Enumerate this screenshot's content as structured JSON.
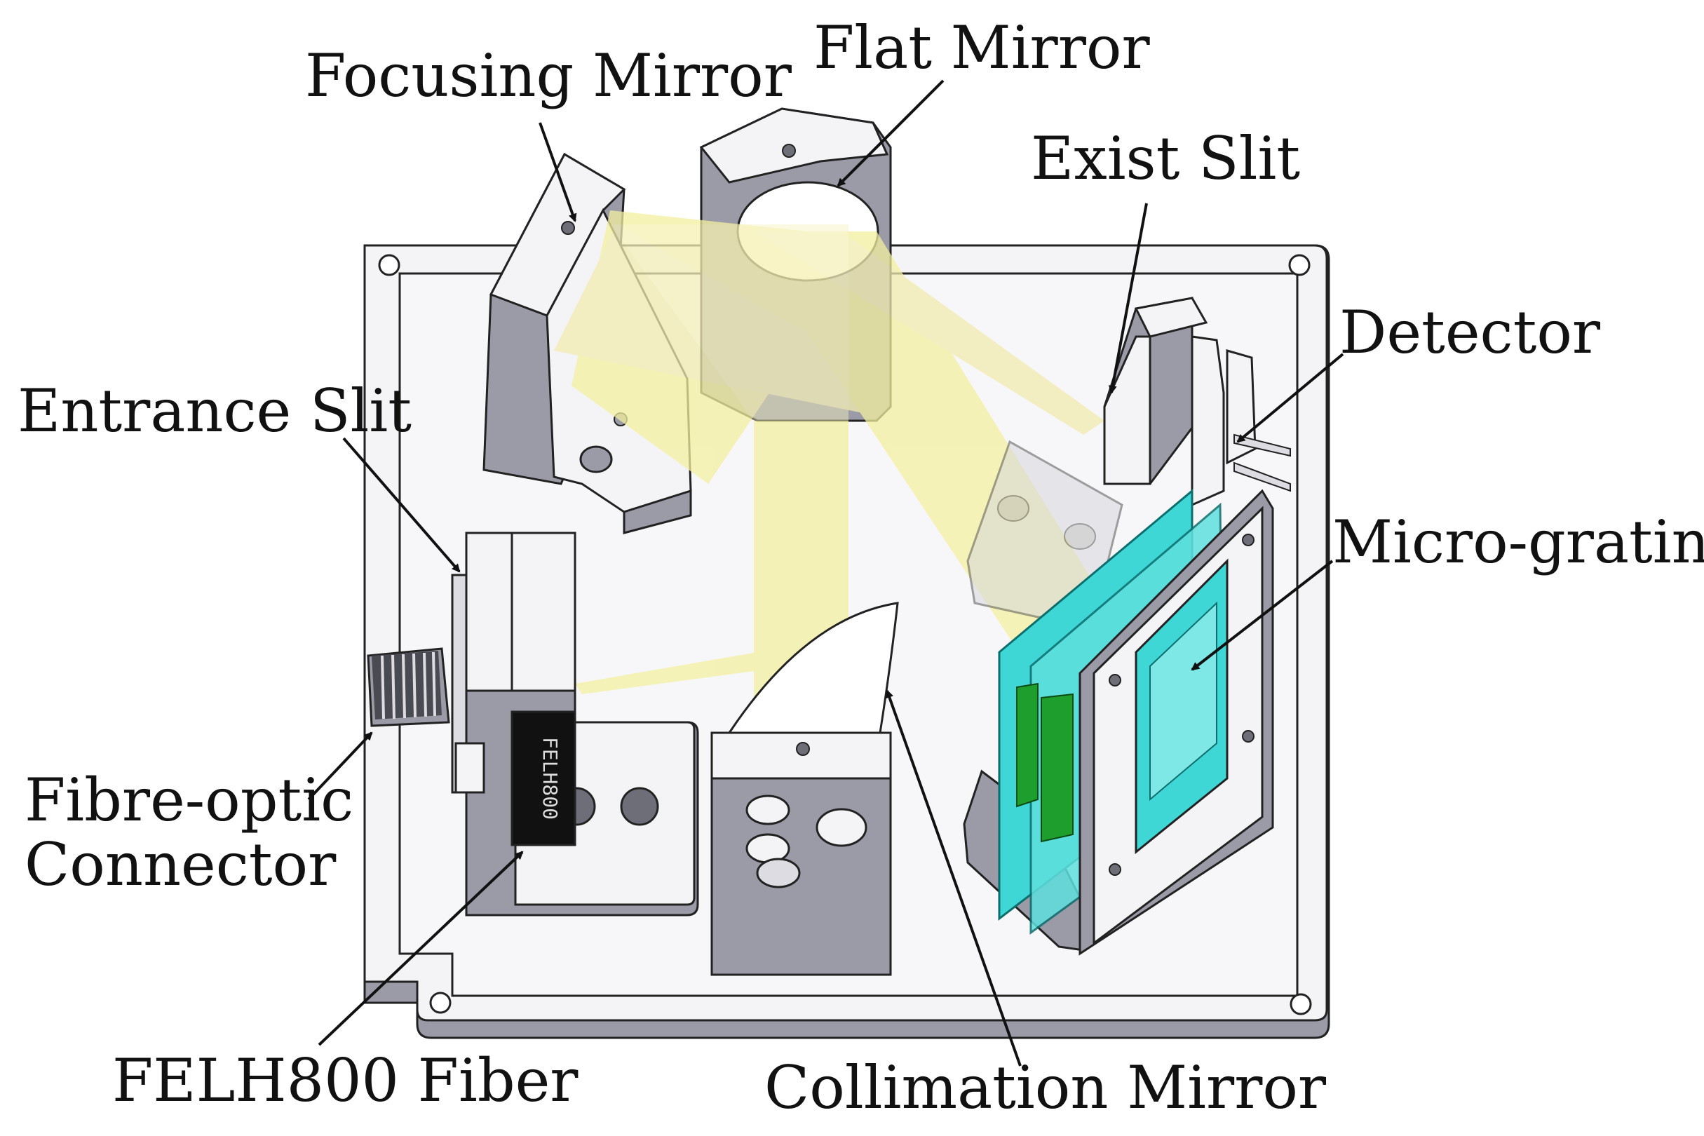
{
  "labels": {
    "focusing_mirror": "Focusing Mirror",
    "flat_mirror": "Flat Mirror",
    "exit_slit": "Exist Slit",
    "detector": "Detector",
    "entrance_slit": "Entrance Slit",
    "micro_grating": "Micro-grating",
    "fibre_optic_line1": "Fibre-optic",
    "fibre_optic_line2": "Connector",
    "felh800_fiber": "FELH800 Fiber",
    "collimation_mirror": "Collimation Mirror",
    "filter_marking": "FELH800"
  },
  "colors": {
    "housing_face": "#f4f4f6",
    "housing_side": "#9a9ba6",
    "housing_dark": "#6d6e78",
    "outline": "#222222",
    "beam": "#f4f0a0",
    "grating_glass": "#3fd6d6",
    "grating_green": "#1e9e2c",
    "filter_black": "#111111"
  }
}
